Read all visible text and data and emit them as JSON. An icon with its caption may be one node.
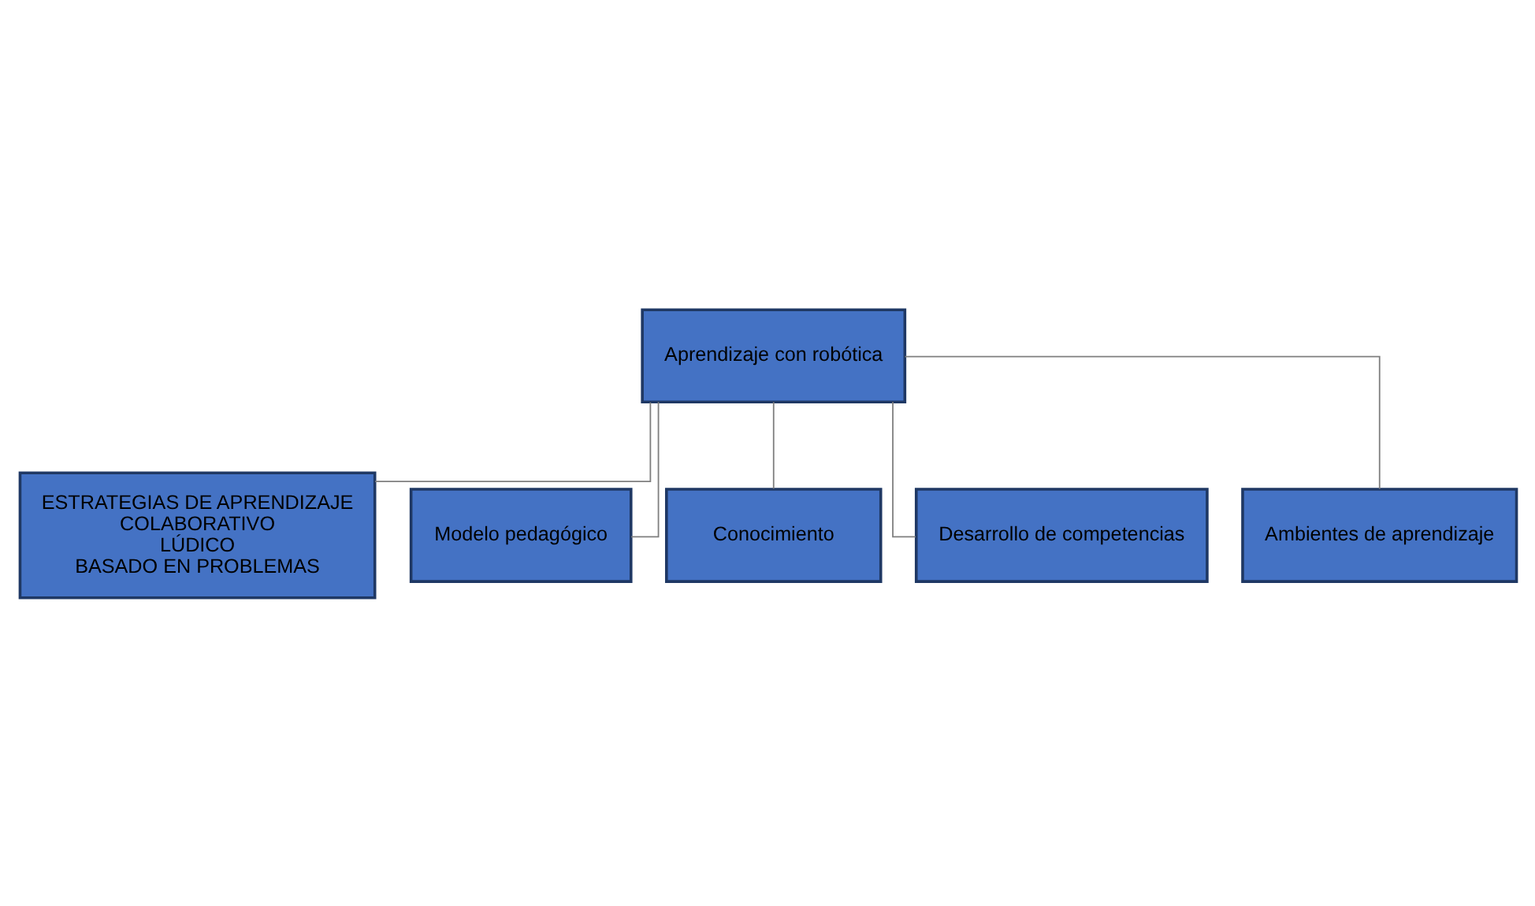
{
  "diagram": {
    "nodes": [
      {
        "text": [
          "Aprendizaje con robótica"
        ]
      },
      {
        "text": [
          "ESTRATEGIAS DE APRENDIZAJE",
          "COLABORATIVO",
          "LÚDICO",
          "BASADO EN PROBLEMAS"
        ]
      },
      {
        "text": [
          "Modelo pedagógico"
        ]
      },
      {
        "text": [
          "Conocimiento"
        ]
      },
      {
        "text": [
          "Desarrollo de competencias"
        ]
      },
      {
        "text": [
          "Ambientes de aprendizaje"
        ]
      }
    ],
    "edges": [
      {
        "from": 0,
        "to": 1,
        "arrow": "none"
      },
      {
        "from": 0,
        "to": 2,
        "arrow": "none"
      },
      {
        "from": 0,
        "to": 3,
        "arrow": "none"
      },
      {
        "from": 0,
        "to": 4,
        "arrow": "none"
      },
      {
        "from": 0,
        "to": 5,
        "arrow": "none"
      }
    ]
  }
}
